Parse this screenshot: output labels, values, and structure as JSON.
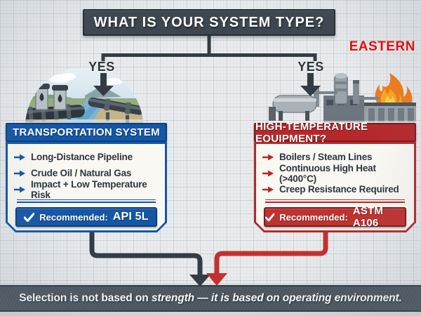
{
  "title": "WHAT IS YOUR SYSTEM TYPE?",
  "watermark": "EASTERN",
  "branches": {
    "left_yes": "YES",
    "right_yes": "YES"
  },
  "left_card": {
    "header": "TRANSPORTATION SYSTEM",
    "items": [
      "Long-Distance Pipeline",
      "Crude Oil / Natural Gas",
      "Impact + Low Temperature Risk"
    ],
    "recommended_label": "Recommended:",
    "recommended_value": "API 5L"
  },
  "right_card": {
    "header": "HIGH-TEMPERATURE EQUIPMENT?",
    "items": [
      "Boilers / Steam Lines",
      "Continuous High Heat (>400°C)",
      "Creep Resistance Required"
    ],
    "recommended_label": "Recommended:",
    "recommended_value": "ASTM A106"
  },
  "footer": {
    "part1": "Selection is not based on ",
    "part2": "strength",
    "part3": " — ",
    "part4": "it is based on operating environment."
  },
  "icons": {
    "arrow-bullet-icon": "➜",
    "check-icon": "✔",
    "down-arrow-icon": "↓"
  },
  "colors": {
    "blue_accent": "#1457a7",
    "red_accent": "#b5292c",
    "connector_dark": "#333c44",
    "connector_red": "#c5302d",
    "slate_title": "#3e474f",
    "footer_band": "#4a555f",
    "watermark_red": "#ee0406",
    "flame_orange": "#f08019",
    "card_bg": "#f9f8f3"
  }
}
